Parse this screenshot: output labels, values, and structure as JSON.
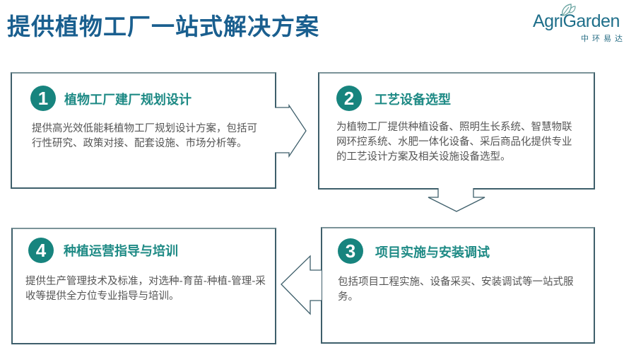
{
  "page": {
    "title": "提供植物工厂一站式解决方案"
  },
  "logo": {
    "brand": "AgriGarden",
    "subtitle": "中环易达",
    "icon": "leaf-icon"
  },
  "colors": {
    "title": "#1a5f8f",
    "accent": "#17847e",
    "card_title": "#1e8a85",
    "border": "#3e5f6b",
    "body_text": "#555555"
  },
  "steps": [
    {
      "number": "1",
      "title": "植物工厂建厂规划设计",
      "body": "提供高光效低能耗植物工厂规划设计方案，包括可行性研究、政策对接、配套设施、市场分析等。"
    },
    {
      "number": "2",
      "title": "工艺设备选型",
      "body": "为植物工厂提供种植设备、照明生长系统、智慧物联网环控系统、水肥一体化设备、采后商品化提供专业的工艺设计方案及相关设施设备选型。"
    },
    {
      "number": "3",
      "title": "项目实施与安装调试",
      "body": "包括项目工程实施、设备采买、安装调试等一站式服务。"
    },
    {
      "number": "4",
      "title": "种植运营指导与培训",
      "body": "提供生产管理技术及标准，对选种-育苗-种植-管理-采收等提供全方位专业指导与培训。"
    }
  ],
  "arrows": [
    {
      "from": "1",
      "to": "2",
      "direction": "right",
      "icon": "arrow-right-icon"
    },
    {
      "from": "2",
      "to": "3",
      "direction": "down",
      "icon": "arrow-down-icon"
    },
    {
      "from": "3",
      "to": "4",
      "direction": "left",
      "icon": "arrow-left-icon"
    }
  ]
}
